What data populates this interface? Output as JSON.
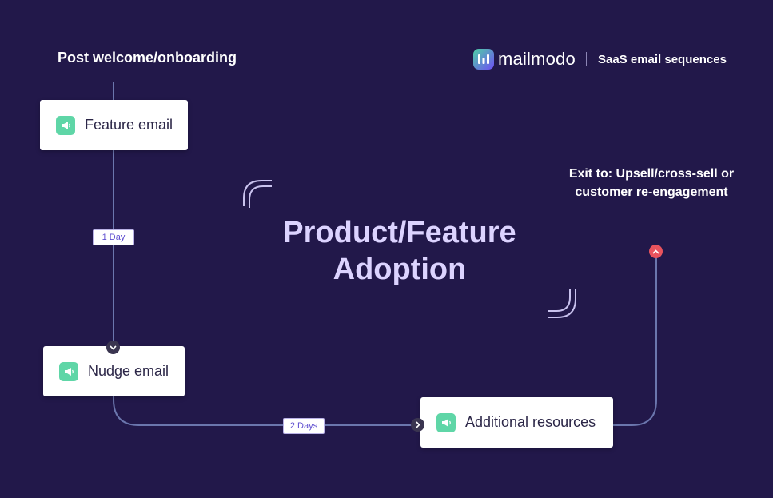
{
  "header": {
    "start_label": "Post welcome/onboarding",
    "brand_name": "mailmodo",
    "brand_subtitle": "SaaS email sequences"
  },
  "title": {
    "line1": "Product/Feature",
    "line2": "Adoption"
  },
  "steps": [
    {
      "label": "Feature email",
      "icon": "megaphone-icon"
    },
    {
      "label": "Nudge email",
      "icon": "megaphone-icon"
    },
    {
      "label": "Additional resources",
      "icon": "megaphone-icon"
    }
  ],
  "delays": [
    {
      "label": "1 Day"
    },
    {
      "label": "2 Days"
    }
  ],
  "exit": {
    "label": "Exit to: Upsell/cross-sell or customer re-engagement"
  },
  "colors": {
    "background": "#22184a",
    "line": "#6b76ad",
    "icon_green": "#5fd6a7",
    "exit_node": "#e8535d",
    "title": "#dcd3ff",
    "badge_text": "#5f4fd0"
  }
}
